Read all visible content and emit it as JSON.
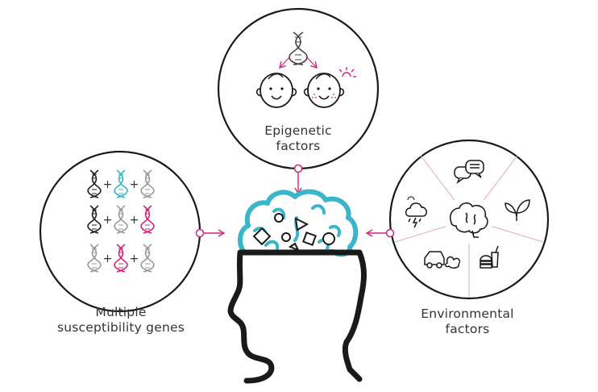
{
  "epigenetic": {
    "line1": "Epigenetic",
    "line2": "factors"
  },
  "genes": {
    "line1": "Multiple",
    "line2": "susceptibility genes"
  },
  "environmental": {
    "line1": "Environmental",
    "line2": "factors"
  },
  "colors": {
    "outline": "#1a1a1a",
    "pink": "#d1267a",
    "cyan": "#3ab5c9",
    "gray": "#9a9a9a",
    "divider": "#e2a8c2"
  },
  "gene_grid": [
    [
      "black",
      "cyan",
      "gray"
    ],
    [
      "black",
      "gray",
      "pink"
    ],
    [
      "gray",
      "pink",
      "gray"
    ]
  ]
}
